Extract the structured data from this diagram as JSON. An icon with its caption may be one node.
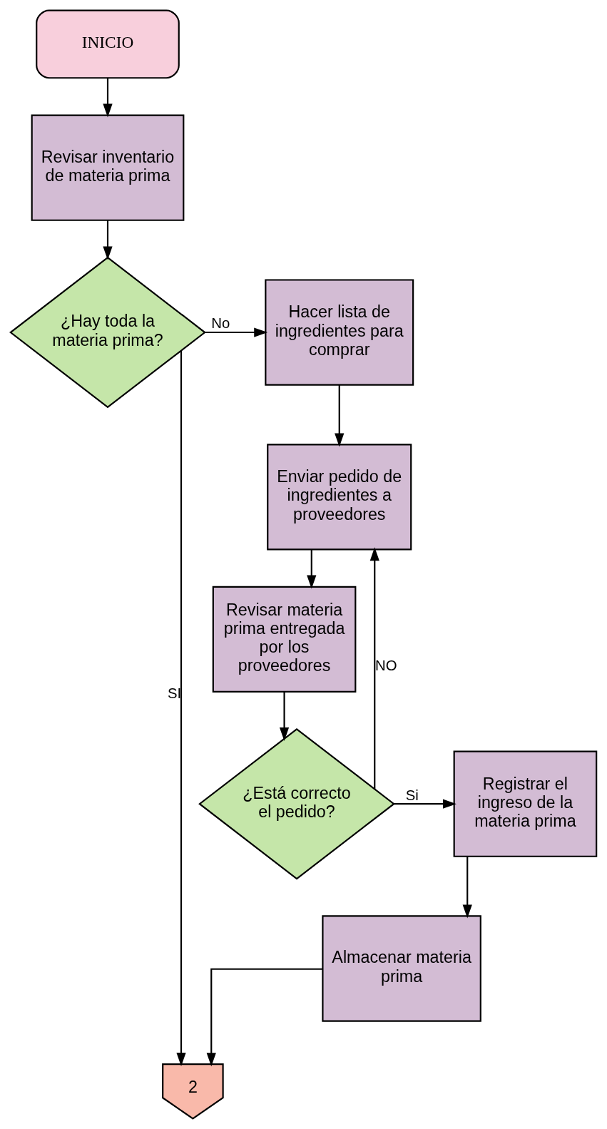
{
  "diagram": {
    "nodes": [
      {
        "text": [
          "INICIO"
        ]
      },
      {
        "text": [
          "Revisar inventario de materia prima"
        ]
      },
      {
        "text": [
          "¿Hay toda la materia prima?"
        ]
      },
      {
        "text": [
          "Hacer lista de ingredientes para comprar"
        ]
      },
      {
        "text": [
          "Enviar pedido de ingredientes a proveedores"
        ]
      },
      {
        "text": [
          "Revisar materia prima entregada por los proveedores"
        ]
      },
      {
        "text": [
          "¿Está correcto el pedido?"
        ]
      },
      {
        "text": [
          "Registrar el ingreso de la materia prima"
        ]
      },
      {
        "text": [
          "Almacenar materia prima"
        ]
      },
      {
        "text": [
          "2"
        ]
      }
    ],
    "edges": [
      {
        "from": 0,
        "to": 1,
        "arrow": "to"
      },
      {
        "from": 1,
        "to": 2,
        "arrow": "to"
      },
      {
        "from": 2,
        "to": 3,
        "label": "No",
        "arrow": "to"
      },
      {
        "from": 3,
        "to": 4,
        "arrow": "to"
      },
      {
        "from": 4,
        "to": 5,
        "arrow": "to"
      },
      {
        "from": 5,
        "to": 6,
        "arrow": "to"
      },
      {
        "from": 6,
        "to": 7,
        "label": "Si",
        "arrow": "to"
      },
      {
        "from": 6,
        "to": 4,
        "label": "NO",
        "arrow": "to"
      },
      {
        "from": 7,
        "to": 8,
        "arrow": "to"
      },
      {
        "from": 2,
        "to": 9,
        "label": "SI",
        "arrow": "to"
      },
      {
        "from": 8,
        "to": 9,
        "arrow": "to"
      }
    ]
  }
}
